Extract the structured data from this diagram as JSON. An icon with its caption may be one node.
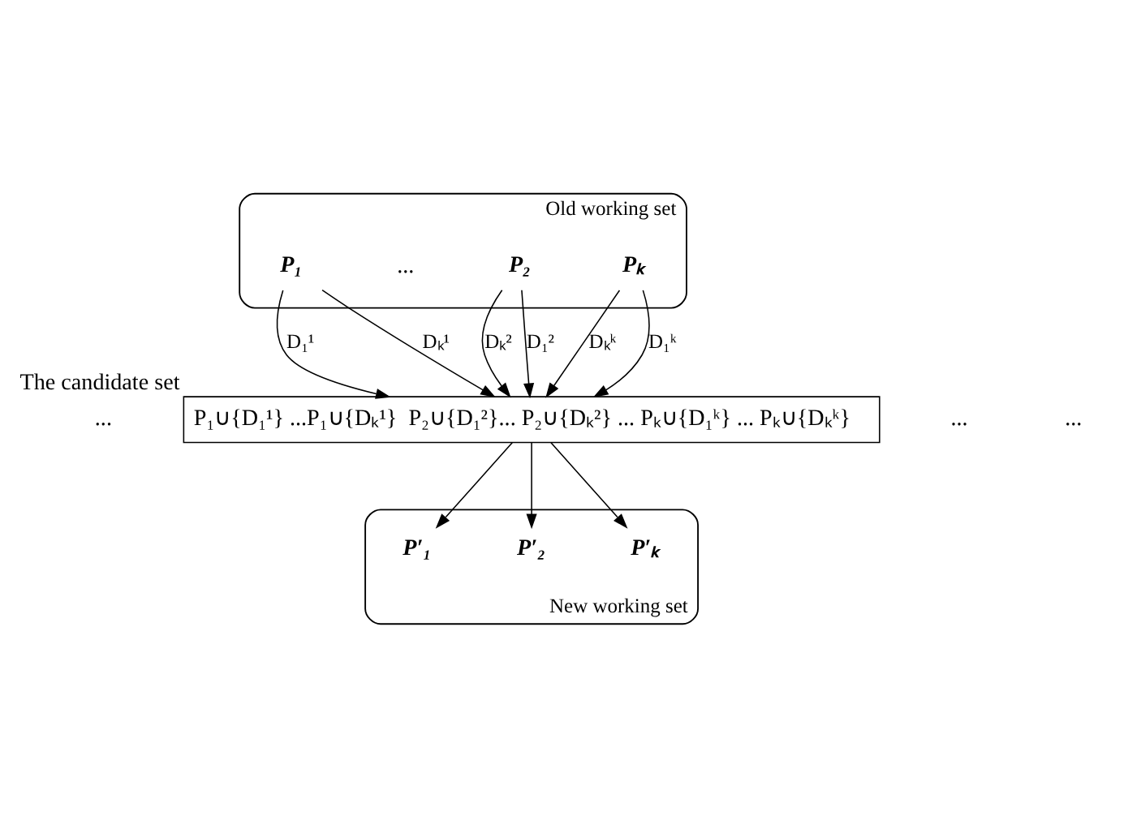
{
  "diagram": {
    "nodes": [
      {
        "text": [],
        "shape": "ellipse",
        "beside": [
          "Old working set"
        ]
      },
      {
        "text": [
          "P₁"
        ],
        "in": 0
      },
      {
        "text": [
          "P₂"
        ],
        "in": 0
      },
      {
        "text": [
          "Pₖ"
        ],
        "in": 0
      },
      {
        "text": [
          "P₁∪{D₁¹} ...P₁∪{Dₖ¹}  P₂∪{D₁²}... P₂∪{Dₖ²} ... Pₖ∪{D₁ᵏ} ... Pₖ∪{Dₖᵏ}"
        ],
        "beside": [
          "The candidate set"
        ]
      },
      {
        "text": [],
        "shape": "ellipse",
        "beside": [
          "New working set"
        ]
      },
      {
        "text": [
          "P′₁"
        ],
        "in": 5
      },
      {
        "text": [
          "P′₂"
        ],
        "in": 5
      },
      {
        "text": [
          "P′ₖ"
        ],
        "in": 5
      }
    ],
    "edges": [
      {
        "from": 1,
        "to": 4,
        "arrow": "to",
        "label": "D₁¹"
      },
      {
        "from": 1,
        "to": 4,
        "arrow": "to",
        "label": "Dₖ¹"
      },
      {
        "from": 2,
        "to": 4,
        "arrow": "to",
        "label": "D₁²"
      },
      {
        "from": 2,
        "to": 4,
        "arrow": "to",
        "label": "Dₖ²"
      },
      {
        "from": 3,
        "to": 4,
        "arrow": "to",
        "label": "D₁ᵏ"
      },
      {
        "from": 3,
        "to": 4,
        "arrow": "to",
        "label": "Dₖᵏ"
      },
      {
        "from": 4,
        "to": 6,
        "arrow": "to"
      },
      {
        "from": 4,
        "to": 7,
        "arrow": "to"
      },
      {
        "from": 4,
        "to": 8,
        "arrow": "to"
      }
    ],
    "labels": [
      "...",
      "...",
      "...",
      "..."
    ]
  }
}
